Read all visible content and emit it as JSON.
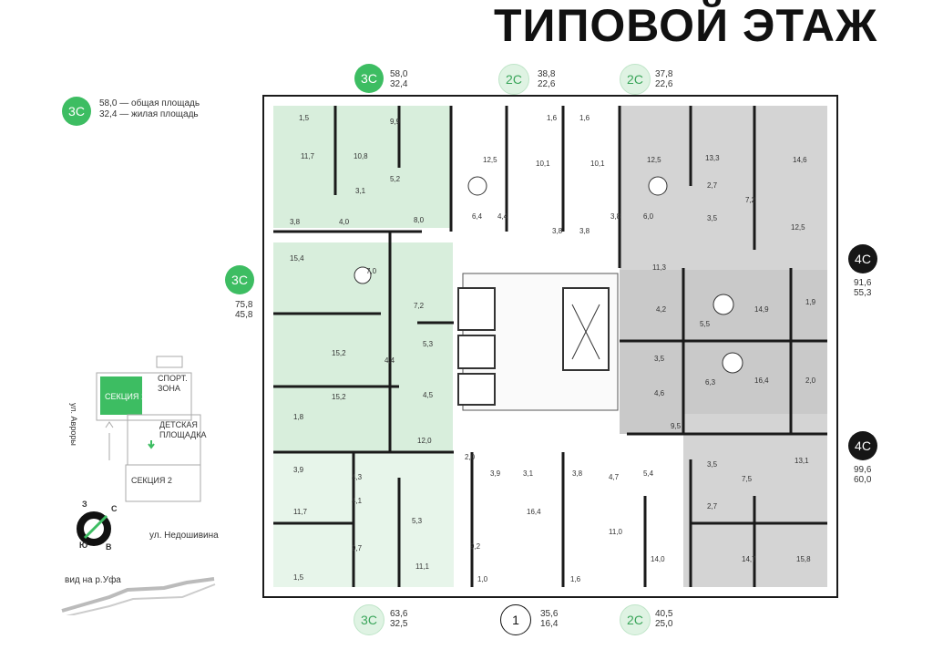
{
  "title": "ТИПОВОЙ ЭТАЖ",
  "legend": {
    "badge": "3С",
    "total_line": "58,0 — общая площадь",
    "living_line": "32,4 — жилая площадь"
  },
  "apartments": [
    {
      "id": "top-3c",
      "badge": "3С",
      "total": "58,0",
      "living": "32,4"
    },
    {
      "id": "top-2c-a",
      "badge": "2С",
      "total": "38,8",
      "living": "22,6"
    },
    {
      "id": "top-2c-b",
      "badge": "2С",
      "total": "37,8",
      "living": "22,6"
    },
    {
      "id": "left-3c",
      "badge": "3С",
      "total": "75,8",
      "living": "45,8"
    },
    {
      "id": "right-4c-a",
      "badge": "4С",
      "total": "91,6",
      "living": "55,3"
    },
    {
      "id": "right-4c-b",
      "badge": "4С",
      "total": "99,6",
      "living": "60,0"
    },
    {
      "id": "bottom-3c",
      "badge": "3С",
      "total": "63,6",
      "living": "32,5"
    },
    {
      "id": "bottom-1",
      "badge": "1",
      "total": "35,6",
      "living": "16,4"
    },
    {
      "id": "bottom-2c",
      "badge": "2С",
      "total": "40,5",
      "living": "25,0"
    }
  ],
  "site_plan": {
    "section1": "СЕКЦИЯ 1",
    "section2": "СЕКЦИЯ 2",
    "sport": "СПОРТ.\nЗОНА",
    "playground": "ДЕТСКАЯ\nПЛОЩАДКА",
    "street_vertical": "ул. Авроры",
    "street_bottom": "ул. Недошивина",
    "view": "вид на р.Уфа",
    "compass": {
      "n": "С",
      "s": "Ю",
      "w": "З",
      "e": "В"
    }
  },
  "room_areas": {
    "r1": "1,5",
    "r2": "9,9",
    "r3": "11,7",
    "r4": "10,8",
    "r5": "5,2",
    "r6": "3,1",
    "r7": "3,8",
    "r8": "4,0",
    "r9": "8,0",
    "r10": "1,6",
    "r11": "1,6",
    "r12": "12,5",
    "r13": "10,1",
    "r14": "10,1",
    "r15": "12,5",
    "r16": "6,4",
    "r17": "4,4",
    "r18": "3,8",
    "r19": "3,8",
    "r20": "3,8",
    "r21": "6,0",
    "r22": "13,3",
    "r23": "14,6",
    "r24": "2,7",
    "r25": "7,2",
    "r26": "3,5",
    "r27": "12,5",
    "r28": "15,4",
    "r29": "7,0",
    "r30": "7,2",
    "r31": "5,3",
    "r32": "15,2",
    "r33": "4,4",
    "r34": "4,5",
    "r35": "15,2",
    "r36": "1,8",
    "r37": "12,0",
    "r38": "11,3",
    "r39": "4,2",
    "r40": "5,5",
    "r41": "14,9",
    "r42": "1,9",
    "r43": "3,5",
    "r44": "4,6",
    "r45": "6,3",
    "r46": "16,4",
    "r47": "2,0",
    "r48": "9,5",
    "r49": "2,0",
    "r50": "3,9",
    "r51": "3,1",
    "r52": "3,8",
    "r53": "4,7",
    "r54": "5,4",
    "r55": "3,5",
    "r56": "13,1",
    "r57": "7,5",
    "r58": "3,9",
    "r59": "4,3",
    "r60": "4,1",
    "r61": "11,7",
    "r62": "5,3",
    "r63": "9,7",
    "r64": "11,1",
    "r65": "1,5",
    "r66": "9,2",
    "r67": "16,4",
    "r68": "1,0",
    "r69": "11,0",
    "r70": "14,0",
    "r71": "1,6",
    "r72": "2,7",
    "r73": "14,7",
    "r74": "15,8"
  },
  "colors": {
    "green": "#3dbd62",
    "green_fill": "#d8eedc",
    "light_green_fill": "#e7f5ea",
    "gray_fill": "#d4d4d4",
    "wall": "#1a1a1a"
  }
}
